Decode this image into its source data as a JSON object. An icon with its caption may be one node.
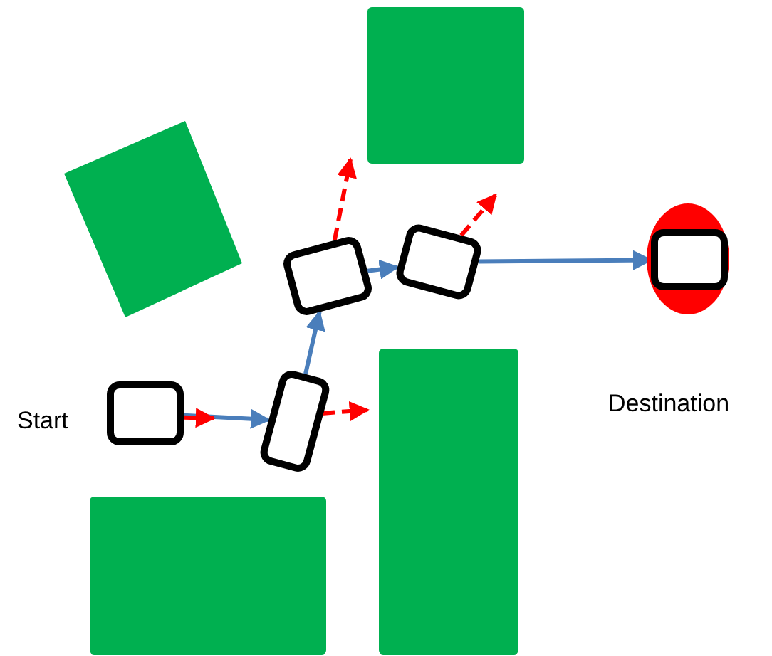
{
  "diagram": {
    "nodes": [
      {
        "text": [],
        "shape": "box",
        "beside": [
          "Start"
        ]
      },
      {
        "text": [],
        "shape": "box"
      },
      {
        "text": [],
        "shape": "box"
      },
      {
        "text": [],
        "shape": "box"
      },
      {
        "text": [],
        "shape": "circle",
        "beside": [
          "Destination"
        ]
      },
      {
        "text": [],
        "shape": "box",
        "in": 4
      }
    ],
    "edges": [
      {
        "from": 0,
        "to": 1,
        "arrow": "to",
        "color": "#4a7ebb"
      },
      {
        "from": 1,
        "to": 2,
        "arrow": "to",
        "color": "#4a7ebb"
      },
      {
        "from": 2,
        "to": 3,
        "arrow": "to",
        "color": "#4a7ebb"
      },
      {
        "from": 3,
        "to": 5,
        "arrow": "to",
        "color": "#4a7ebb"
      },
      {
        "from": 0,
        "to": null,
        "arrow": "to",
        "style": "dashed",
        "color": "#ff0000"
      },
      {
        "from": 1,
        "to": null,
        "arrow": "to",
        "style": "dashed",
        "color": "#ff0000"
      },
      {
        "from": 2,
        "to": null,
        "arrow": "to",
        "style": "dashed",
        "color": "#ff0000"
      },
      {
        "from": 3,
        "to": null,
        "arrow": "to",
        "style": "dashed",
        "color": "#ff0000"
      }
    ]
  }
}
